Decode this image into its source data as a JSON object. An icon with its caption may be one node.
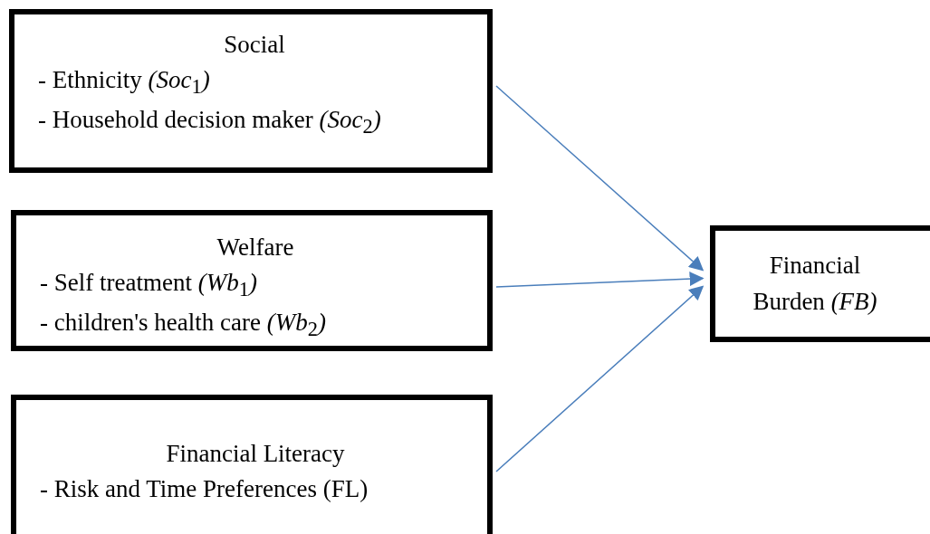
{
  "diagram": {
    "nodes": [
      {
        "text": [
          "Social",
          "- Ethnicity *(Soc*$_{1}$*)*",
          "- Household decision maker *(Soc*$_{2}$*)*"
        ]
      },
      {
        "text": [
          "Welfare",
          "- Self treatment *(Wb*$_{1}$*)*",
          "- children's health care *(Wb*$_{2}$*)*"
        ]
      },
      {
        "text": [
          "Financial Literacy",
          "- Risk and Time Preferences (FL)"
        ]
      },
      {
        "text": [
          "Financial Burden *(FB)*"
        ]
      }
    ],
    "edges": [
      {
        "from": 0,
        "to": 3,
        "arrow": "to"
      },
      {
        "from": 1,
        "to": 3,
        "arrow": "to"
      },
      {
        "from": 2,
        "to": 3,
        "arrow": "to"
      }
    ]
  }
}
